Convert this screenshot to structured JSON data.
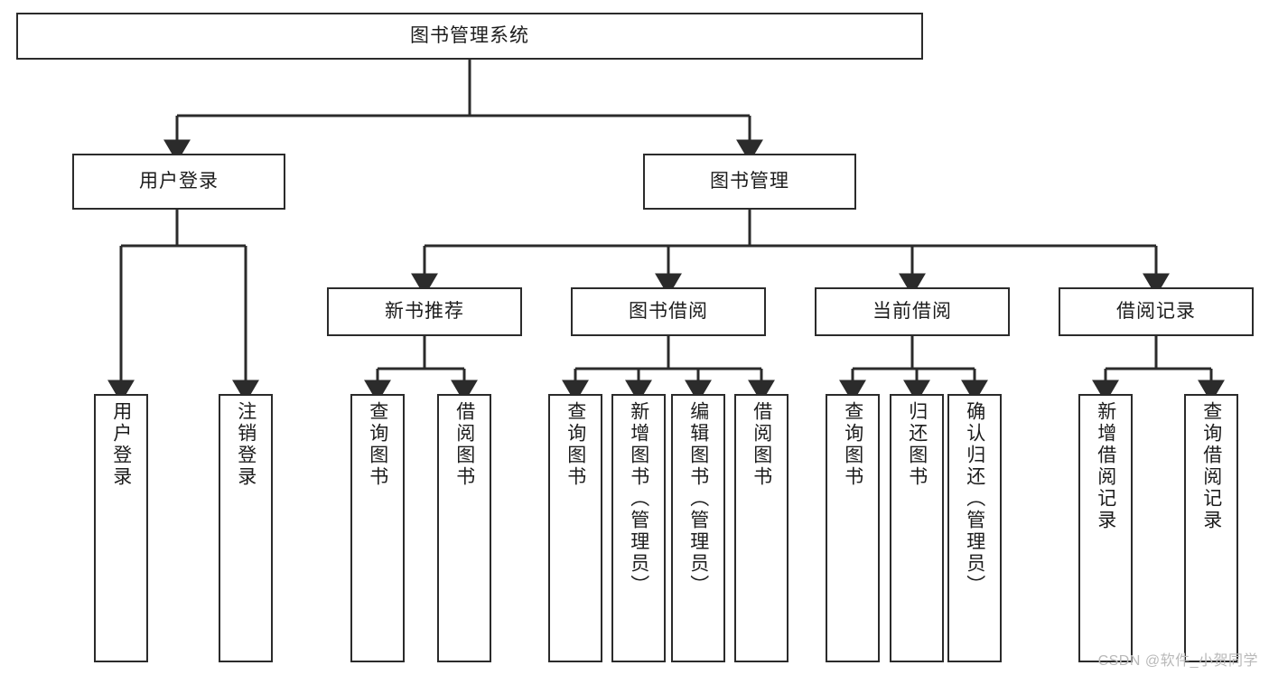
{
  "diagram": {
    "title": "图书管理系统",
    "type": "tree-hierarchy-chart",
    "line_color": "#2b2b2b",
    "box_fill": "#ffffff",
    "text_color": "#1c1c1c",
    "levels": {
      "root": {
        "label": "图书管理系统"
      },
      "level2": [
        {
          "label": "用户登录"
        },
        {
          "label": "图书管理"
        }
      ],
      "level3": [
        {
          "label": "新书推荐"
        },
        {
          "label": "图书借阅"
        },
        {
          "label": "当前借阅"
        },
        {
          "label": "借阅记录"
        }
      ],
      "leaves": {
        "user_login": [
          {
            "label": "用户登录"
          },
          {
            "label": "注销登录"
          }
        ],
        "new_book_recommend": [
          {
            "label": "查询图书"
          },
          {
            "label": "借阅图书"
          }
        ],
        "book_borrow": [
          {
            "label": "查询图书"
          },
          {
            "label": "新增图书（管理员）"
          },
          {
            "label": "编辑图书（管理员）"
          },
          {
            "label": "借阅图书"
          }
        ],
        "current_borrow": [
          {
            "label": "查询图书"
          },
          {
            "label": "归还图书"
          },
          {
            "label": "确认归还（管理员）"
          }
        ],
        "borrow_record": [
          {
            "label": "新增借阅记录"
          },
          {
            "label": "查询借阅记录"
          }
        ]
      }
    }
  },
  "watermark": {
    "text": "CSDN @软件_小贺同学"
  }
}
